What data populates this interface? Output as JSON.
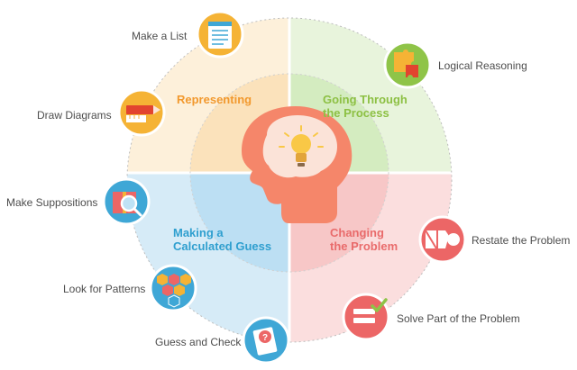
{
  "quadrants": {
    "top_left": {
      "line1": "Representing",
      "line2": "",
      "color": "#f2992e",
      "fill": "#fdf0da"
    },
    "top_right": {
      "line1": "Going Through",
      "line2": "the Process",
      "color": "#8dc044",
      "fill": "#e8f4dc"
    },
    "bottom_left": {
      "line1": "Making a",
      "line2": "Calculated Guess",
      "color": "#2f9fcf",
      "fill": "#d6ebf7"
    },
    "bottom_right": {
      "line1": "Changing",
      "line2": "the Problem",
      "color": "#e96b6b",
      "fill": "#fbdede"
    }
  },
  "strategies": {
    "make_list": "Make a List",
    "draw_diagrams": "Draw Diagrams",
    "make_suppositions": "Make Suppositions",
    "look_patterns": "Look for Patterns",
    "guess_check": "Guess and Check",
    "logical_reasoning": "Logical Reasoning",
    "restate_problem": "Restate the Problem",
    "solve_part": "Solve Part of the Problem"
  },
  "icons": {
    "make_list": "notepad-list-icon",
    "draw_diagrams": "pencil-ruler-icon",
    "make_suppositions": "gift-box-magnifier-icon",
    "look_patterns": "hexagon-pattern-icon",
    "guess_check": "question-card-icon",
    "logical_reasoning": "puzzle-pieces-icon",
    "restate_problem": "shapes-icon",
    "solve_part": "checklist-icon",
    "center": "head-lightbulb-icon"
  },
  "colors": {
    "head": "#f5866a",
    "brain": "#fbe3d8",
    "bulb": "#f9c846",
    "orange_icon_bg": "#f5b335",
    "green_icon_bg": "#8fc448",
    "blue_icon_bg": "#3fa7d6",
    "red_icon_bg": "#ec6666"
  }
}
